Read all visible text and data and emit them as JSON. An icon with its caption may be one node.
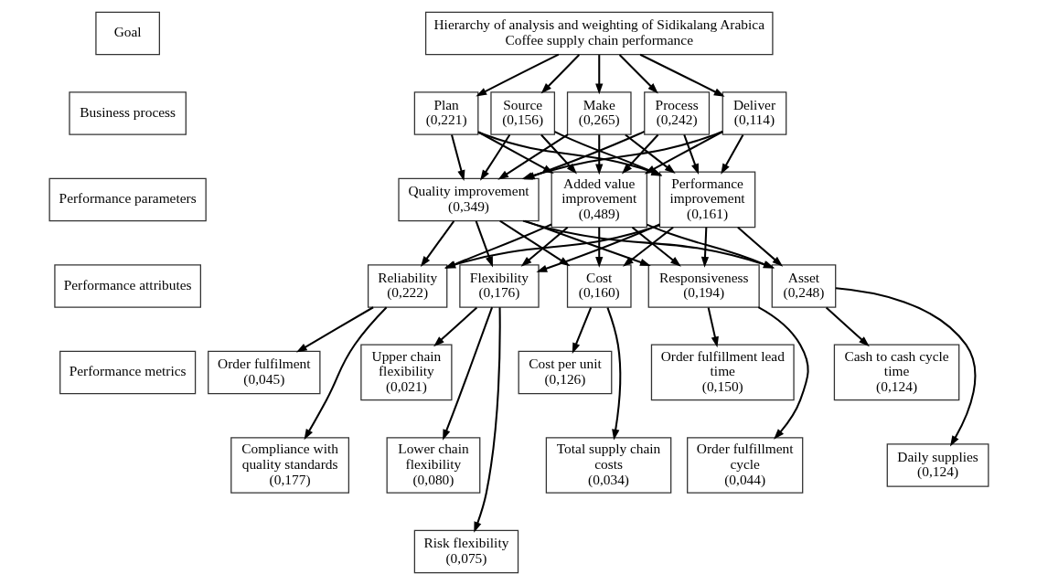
{
  "diagram": {
    "nodes": [
      {
        "text": [
          "Goal"
        ]
      },
      {
        "text": [
          "Business process"
        ]
      },
      {
        "text": [
          "Performance parameters"
        ]
      },
      {
        "text": [
          "Performance attributes"
        ]
      },
      {
        "text": [
          "Performance metrics"
        ]
      },
      {
        "text": [
          "Hierarchy of analysis and weighting of Sidikalang Arabica Coffee supply chain performance"
        ]
      },
      {
        "text": [
          "Plan",
          "(0,221)"
        ]
      },
      {
        "text": [
          "Source",
          "(0,156)"
        ]
      },
      {
        "text": [
          "Make",
          "(0,265)"
        ]
      },
      {
        "text": [
          "Process",
          "(0,242)"
        ]
      },
      {
        "text": [
          "Deliver",
          "(0,114)"
        ]
      },
      {
        "text": [
          "Quality improvement",
          "(0,349)"
        ]
      },
      {
        "text": [
          "Added value improvement",
          "(0,489)"
        ]
      },
      {
        "text": [
          "Performance improvement",
          "(0,161)"
        ]
      },
      {
        "text": [
          "Reliability",
          "(0,222)"
        ]
      },
      {
        "text": [
          "Flexibility",
          "(0,176)"
        ]
      },
      {
        "text": [
          "Cost",
          "(0,160)"
        ]
      },
      {
        "text": [
          "Responsiveness",
          "(0,194)"
        ]
      },
      {
        "text": [
          "Asset",
          "(0,248)"
        ]
      },
      {
        "text": [
          "Order fulfilment",
          "(0,045)"
        ]
      },
      {
        "text": [
          "Compliance with quality standards",
          "(0,177)"
        ]
      },
      {
        "text": [
          "Upper chain flexibility",
          "(0,021)"
        ]
      },
      {
        "text": [
          "Lower chain flexibility",
          "(0,080)"
        ]
      },
      {
        "text": [
          "Risk flexibility",
          "(0,075)"
        ]
      },
      {
        "text": [
          "Cost per unit",
          "(0,126)"
        ]
      },
      {
        "text": [
          "Total supply chain costs",
          "(0,034)"
        ]
      },
      {
        "text": [
          "Order fulfillment lead time",
          "(0,150)"
        ]
      },
      {
        "text": [
          "Order fulfillment cycle",
          "(0,044)"
        ]
      },
      {
        "text": [
          "Cash to cash cycle time",
          "(0,124)"
        ]
      },
      {
        "text": [
          "Daily supplies",
          "(0,124)"
        ]
      }
    ],
    "edges": [
      {
        "from": 5,
        "to": 6,
        "arrow": "to"
      },
      {
        "from": 5,
        "to": 7,
        "arrow": "to"
      },
      {
        "from": 5,
        "to": 8,
        "arrow": "to"
      },
      {
        "from": 5,
        "to": 9,
        "arrow": "to"
      },
      {
        "from": 5,
        "to": 10,
        "arrow": "to"
      },
      {
        "from": 6,
        "to": 11,
        "arrow": "to"
      },
      {
        "from": 6,
        "to": 12,
        "arrow": "to"
      },
      {
        "from": 6,
        "to": 13,
        "arrow": "to"
      },
      {
        "from": 7,
        "to": 11,
        "arrow": "to"
      },
      {
        "from": 7,
        "to": 12,
        "arrow": "to"
      },
      {
        "from": 7,
        "to": 13,
        "arrow": "to"
      },
      {
        "from": 8,
        "to": 11,
        "arrow": "to"
      },
      {
        "from": 8,
        "to": 12,
        "arrow": "to"
      },
      {
        "from": 8,
        "to": 13,
        "arrow": "to"
      },
      {
        "from": 9,
        "to": 11,
        "arrow": "to"
      },
      {
        "from": 9,
        "to": 12,
        "arrow": "to"
      },
      {
        "from": 9,
        "to": 13,
        "arrow": "to"
      },
      {
        "from": 10,
        "to": 11,
        "arrow": "to"
      },
      {
        "from": 10,
        "to": 12,
        "arrow": "to"
      },
      {
        "from": 10,
        "to": 13,
        "arrow": "to"
      },
      {
        "from": 11,
        "to": 14,
        "arrow": "to"
      },
      {
        "from": 11,
        "to": 15,
        "arrow": "to"
      },
      {
        "from": 11,
        "to": 16,
        "arrow": "to"
      },
      {
        "from": 11,
        "to": 17,
        "arrow": "to"
      },
      {
        "from": 11,
        "to": 18,
        "arrow": "to"
      },
      {
        "from": 12,
        "to": 14,
        "arrow": "to"
      },
      {
        "from": 12,
        "to": 15,
        "arrow": "to"
      },
      {
        "from": 12,
        "to": 16,
        "arrow": "to"
      },
      {
        "from": 12,
        "to": 17,
        "arrow": "to"
      },
      {
        "from": 12,
        "to": 18,
        "arrow": "to"
      },
      {
        "from": 13,
        "to": 14,
        "arrow": "to"
      },
      {
        "from": 13,
        "to": 15,
        "arrow": "to"
      },
      {
        "from": 13,
        "to": 16,
        "arrow": "to"
      },
      {
        "from": 13,
        "to": 17,
        "arrow": "to"
      },
      {
        "from": 13,
        "to": 18,
        "arrow": "to"
      },
      {
        "from": 14,
        "to": 19,
        "arrow": "to"
      },
      {
        "from": 14,
        "to": 20,
        "arrow": "to"
      },
      {
        "from": 15,
        "to": 21,
        "arrow": "to"
      },
      {
        "from": 15,
        "to": 22,
        "arrow": "to"
      },
      {
        "from": 15,
        "to": 23,
        "arrow": "to"
      },
      {
        "from": 16,
        "to": 24,
        "arrow": "to"
      },
      {
        "from": 16,
        "to": 25,
        "arrow": "to"
      },
      {
        "from": 17,
        "to": 26,
        "arrow": "to"
      },
      {
        "from": 17,
        "to": 27,
        "arrow": "to"
      },
      {
        "from": 18,
        "to": 28,
        "arrow": "to"
      },
      {
        "from": 18,
        "to": 29,
        "arrow": "to"
      }
    ]
  }
}
